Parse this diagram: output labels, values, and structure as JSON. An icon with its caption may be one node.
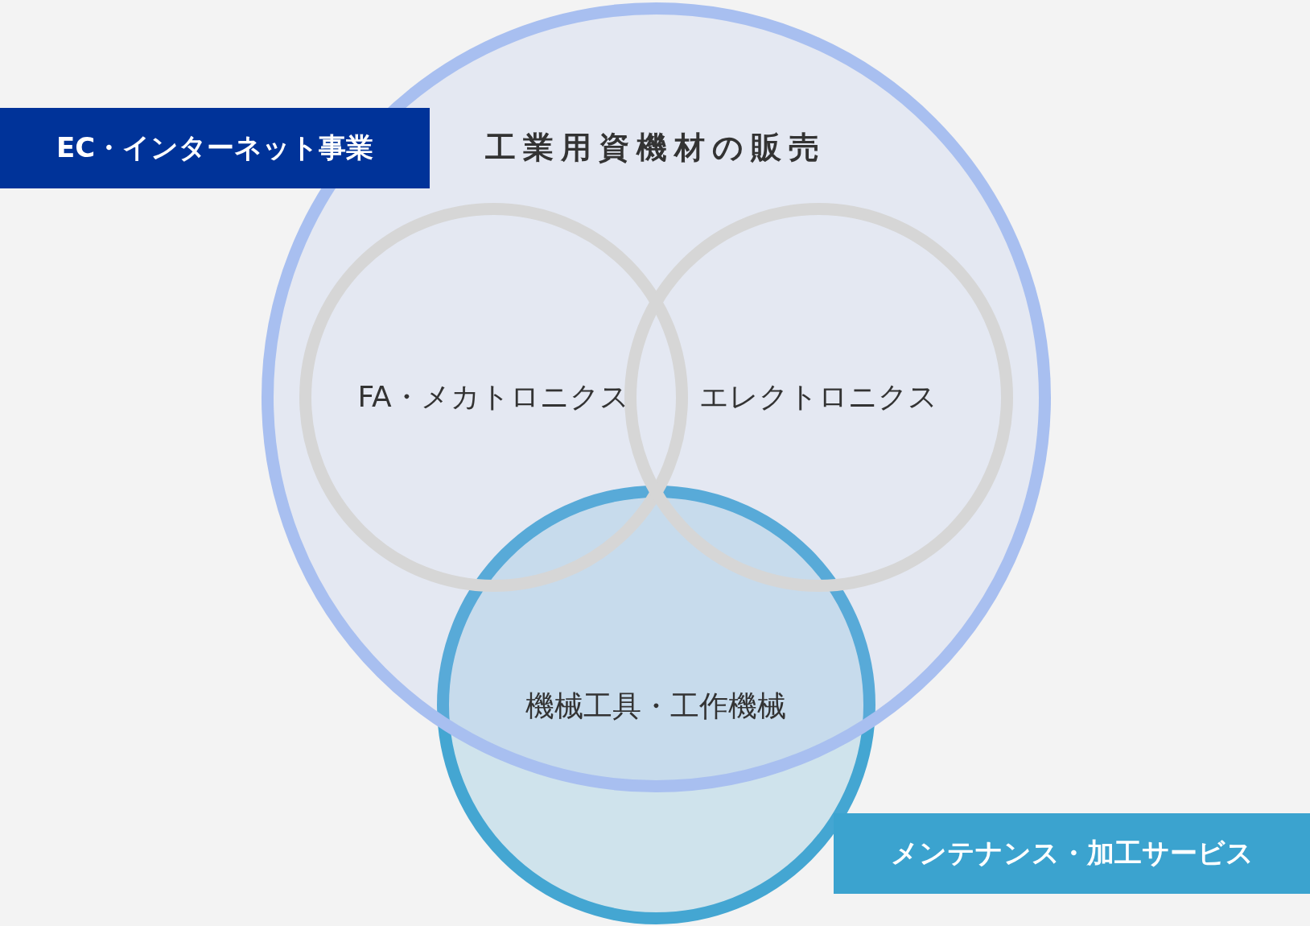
{
  "diagram": {
    "nodes": [
      {
        "text": [
          "工業用資機材の販売"
        ],
        "beside": [
          "EC・インターネット事業"
        ]
      },
      {
        "text": [
          "FA・メカトロニクス"
        ],
        "in": 0
      },
      {
        "text": [
          "エレクトロニクス"
        ],
        "in": 0
      },
      {
        "text": [
          "機械工具・工作機械"
        ],
        "beside": [
          "メンテナンス・加工サービス"
        ]
      }
    ],
    "edges": []
  }
}
